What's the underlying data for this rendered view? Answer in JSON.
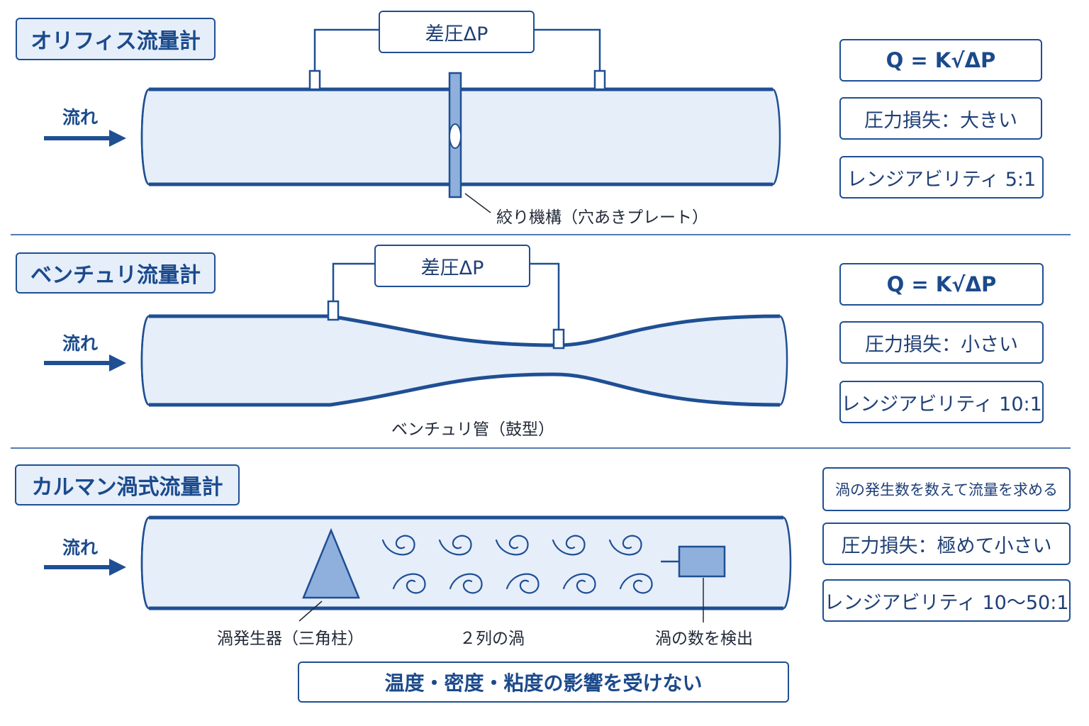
{
  "colors": {
    "accent": "#1f4f93",
    "pipe_fill": "#e6eefa",
    "element_fill": "#8fb0dd"
  },
  "orifice": {
    "title": "オリフィス流量計",
    "flow": "流れ",
    "dp": "差圧ΔP",
    "plate_label": "絞り機構（穴あきプレート）",
    "formula": "Q = K√ΔP",
    "loss": "圧力損失：大きい",
    "range": "レンジアビリティ 5:1"
  },
  "venturi": {
    "title": "ベンチュリ流量計",
    "flow": "流れ",
    "dp": "差圧ΔP",
    "tube_label": "ベンチュリ管（鼓型）",
    "formula": "Q = K√ΔP",
    "loss": "圧力損失：小さい",
    "range": "レンジアビリティ 10:1"
  },
  "karman": {
    "title": "カルマン渦式流量計",
    "flow": "流れ",
    "generator_label": "渦発生器（三角柱）",
    "vortex_label": "２列の渦",
    "sensor_label": "渦の数を検出",
    "principle": "渦の発生数を数えて流量を求める",
    "loss": "圧力損失：極めて小さい",
    "range": "レンジアビリティ 10～50:1",
    "note": "温度・密度・粘度の影響を受けない"
  }
}
